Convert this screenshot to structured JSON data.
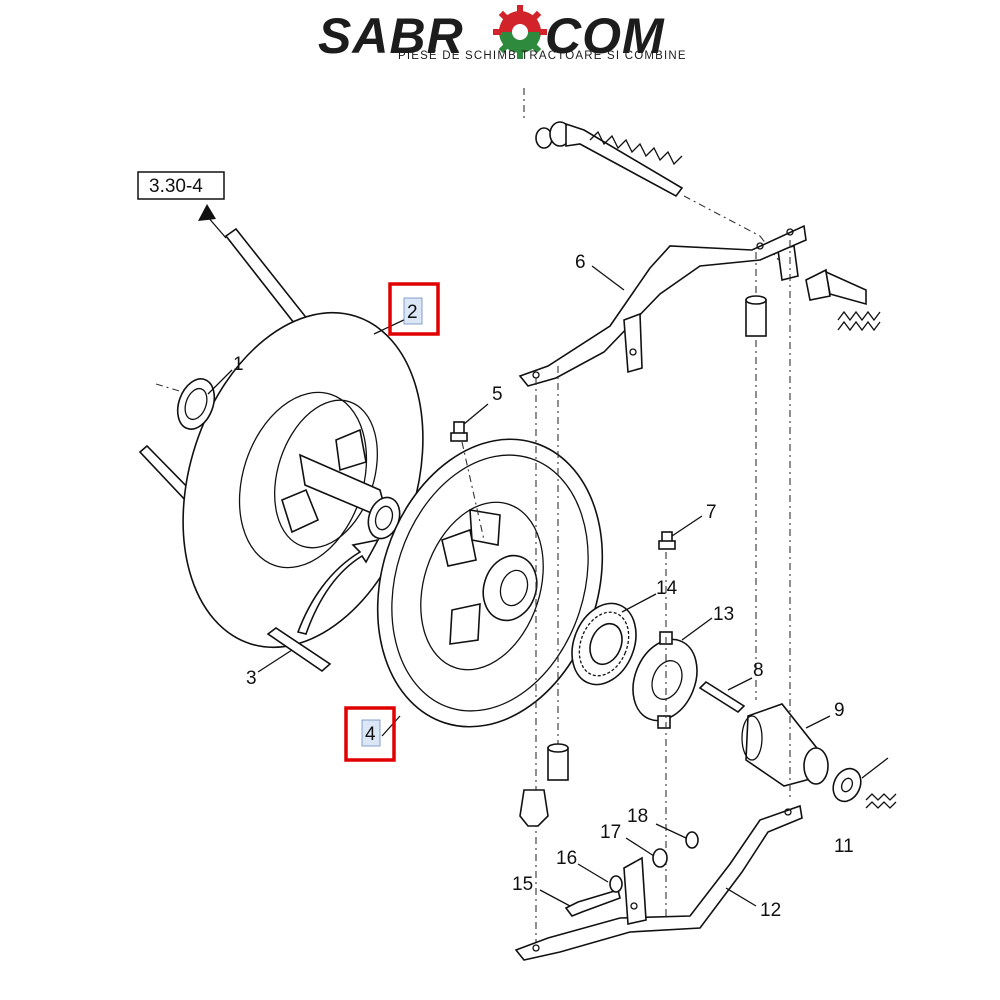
{
  "logo": {
    "brand_left": "SABR",
    "brand_right": "COM",
    "tagline": "PIESE DE SCHIMB TRACTOARE SI COMBINE",
    "colors": {
      "text": "#1c1c1c",
      "gear_red": "#d2232a",
      "gear_green": "#2e8b3e"
    }
  },
  "diagram": {
    "reference_box": "3.30-4",
    "highlight_color": "#e00000",
    "callouts": [
      {
        "id": "1",
        "text": "1"
      },
      {
        "id": "2",
        "text": "2",
        "highlighted": true
      },
      {
        "id": "3",
        "text": "3"
      },
      {
        "id": "4",
        "text": "4",
        "highlighted": true
      },
      {
        "id": "5",
        "text": "5"
      },
      {
        "id": "6",
        "text": "6"
      },
      {
        "id": "7",
        "text": "7"
      },
      {
        "id": "8",
        "text": "8"
      },
      {
        "id": "9",
        "text": "9"
      },
      {
        "id": "11",
        "text": "11"
      },
      {
        "id": "12",
        "text": "12"
      },
      {
        "id": "13",
        "text": "13"
      },
      {
        "id": "14",
        "text": "14"
      },
      {
        "id": "15",
        "text": "15"
      },
      {
        "id": "16",
        "text": "16"
      },
      {
        "id": "17",
        "text": "17"
      },
      {
        "id": "18",
        "text": "18"
      }
    ]
  }
}
